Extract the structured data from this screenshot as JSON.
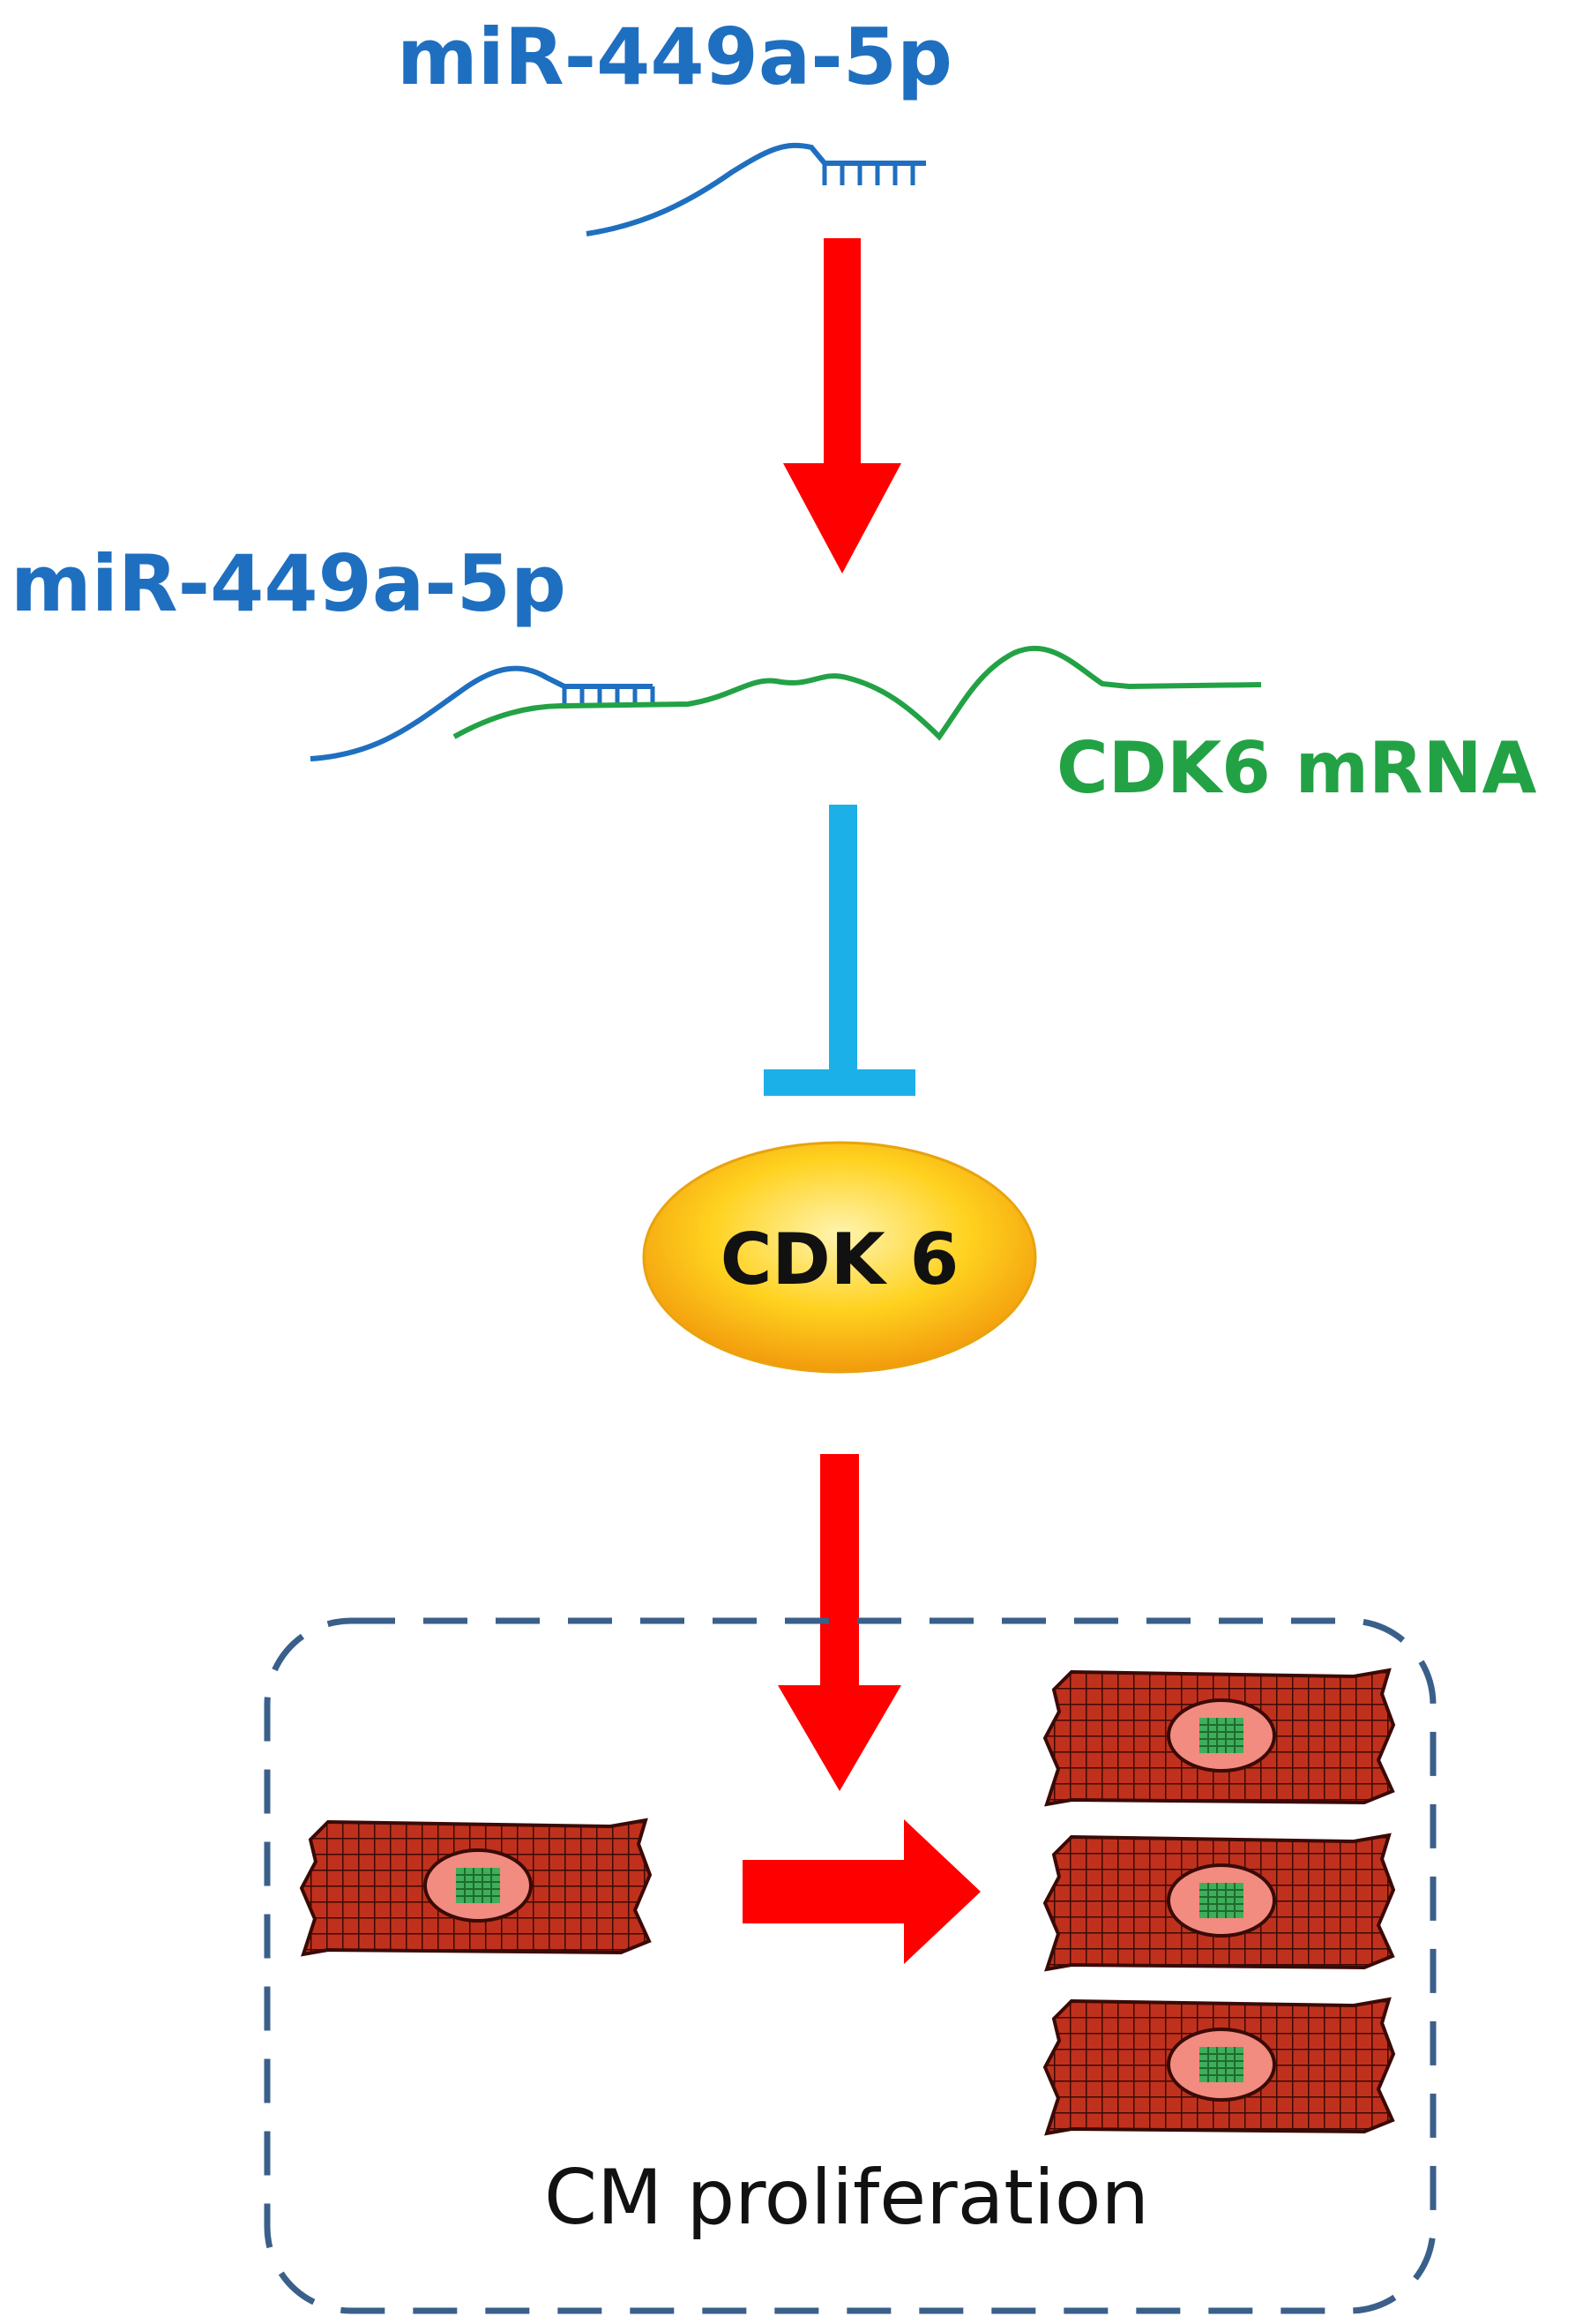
{
  "mirna_top_label": "miR-449a-5p",
  "mirna_bound_label": "miR-449a-5p",
  "mrna_label": "CDK6 mRNA",
  "protein_label": "CDK 6",
  "process_label": "CM proliferation",
  "colors": {
    "mirna": "#1f6fc0",
    "mrna": "#22a245",
    "activation_arrow": "#ff0000",
    "inhibition": "#1cb0e8",
    "protein_fill": "#f7c21b",
    "box_border": "#3a5f8a",
    "cell_fill": "#c0311d",
    "nucleus_fill": "#f28b80"
  },
  "icons": [
    "mirna-strand-icon",
    "mrna-strand-icon",
    "cardiomyocyte-icon"
  ]
}
